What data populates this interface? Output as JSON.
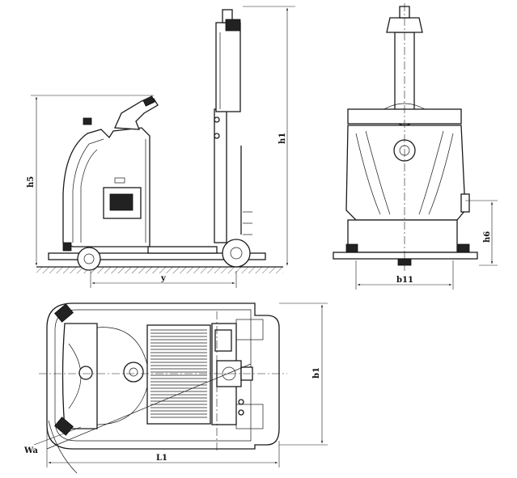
{
  "labels": {
    "h1": "h1",
    "h5": "h5",
    "y": "y",
    "b11": "b11",
    "h6": "h6",
    "b1": "b1",
    "L1": "L1",
    "Wa": "Wa"
  }
}
